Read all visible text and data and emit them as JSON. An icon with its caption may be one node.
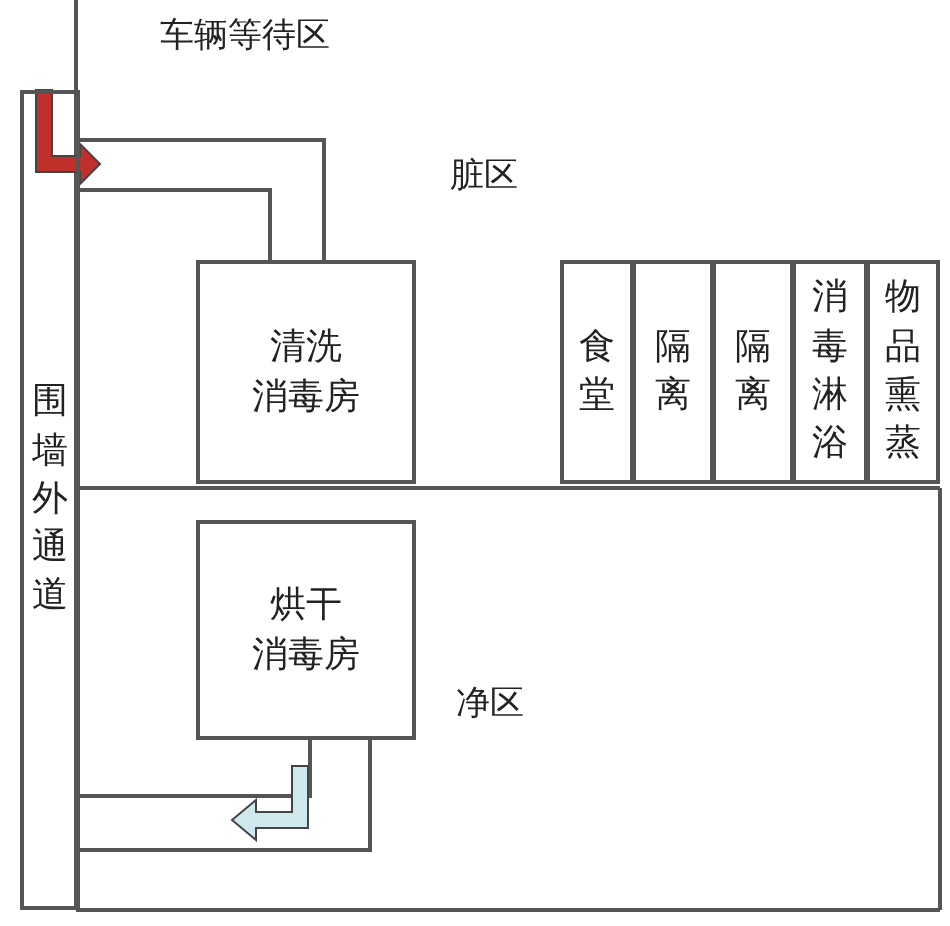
{
  "diagram": {
    "nodes": [
      {
        "text": [
          "围墙外通道"
        ]
      },
      {
        "text": [
          "清洗消毒房"
        ]
      },
      {
        "text": [
          "烘干消毒房"
        ]
      },
      {
        "text": [
          "食堂"
        ]
      },
      {
        "text": [
          "隔离"
        ]
      },
      {
        "text": [
          "隔离"
        ]
      },
      {
        "text": [
          "消毒淋浴"
        ]
      },
      {
        "text": [
          "物品熏蒸"
        ]
      }
    ],
    "labels": [
      "车辆等待区",
      "脏区",
      "净区"
    ]
  }
}
